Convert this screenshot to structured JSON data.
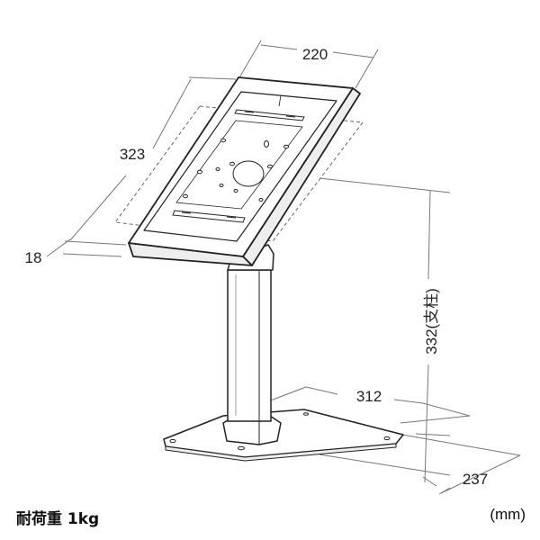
{
  "dimensions": {
    "width": "220",
    "height": "323",
    "depth": "18",
    "pole_height": "332(支柱)",
    "base_width": "312",
    "base_depth": "237"
  },
  "caption": {
    "load": "耐荷重 1kg",
    "unit": "(mm)"
  },
  "colors": {
    "stroke": "#222222",
    "dimension_line": "#777777",
    "surface": "#ffffff"
  }
}
